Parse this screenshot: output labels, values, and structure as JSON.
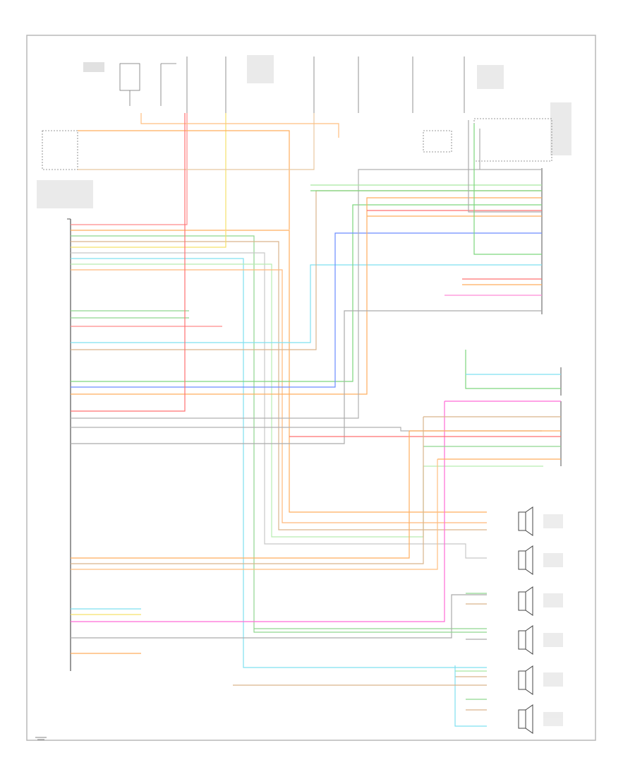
{
  "diagram": {
    "footer_code": "",
    "colors": {
      "frame": "#b8b8b8",
      "connector": "#555555",
      "text": "#444444",
      "red": "#ff6b6b",
      "orange": "#ffae5e",
      "tan": "#d9b38c",
      "yellow": "#f5e06a",
      "green": "#6fd06f",
      "light_green": "#a8e6a0",
      "blue": "#6c8cff",
      "light_blue": "#7fe0f0",
      "violet": "#c77dff",
      "pink": "#ff6bd6",
      "gray": "#b0b0b0",
      "brown": "#c68a4a"
    },
    "components": [
      {
        "id": "module-label",
        "lines": [
          "",
          "",
          "",
          "",
          ""
        ]
      },
      {
        "id": "fuse-1",
        "lines": [
          "",
          "",
          ""
        ]
      },
      {
        "id": "fuse-2",
        "lines": [
          "",
          "",
          ""
        ]
      },
      {
        "id": "right-module-label",
        "lines": [
          "",
          "",
          ""
        ]
      },
      {
        "id": "speaker-right-front",
        "lines": [
          "",
          "",
          ""
        ]
      },
      {
        "id": "speaker-left-front",
        "lines": [
          "",
          "",
          ""
        ]
      },
      {
        "id": "speaker-right-rear",
        "lines": [
          "",
          "",
          ""
        ]
      },
      {
        "id": "speaker-right-tweeter",
        "lines": [
          "",
          "",
          ""
        ]
      },
      {
        "id": "speaker-left-tweeter",
        "lines": [
          "",
          "",
          ""
        ]
      },
      {
        "id": "speaker-left-rear",
        "lines": [
          "",
          "",
          ""
        ]
      }
    ],
    "wire_labels": []
  }
}
